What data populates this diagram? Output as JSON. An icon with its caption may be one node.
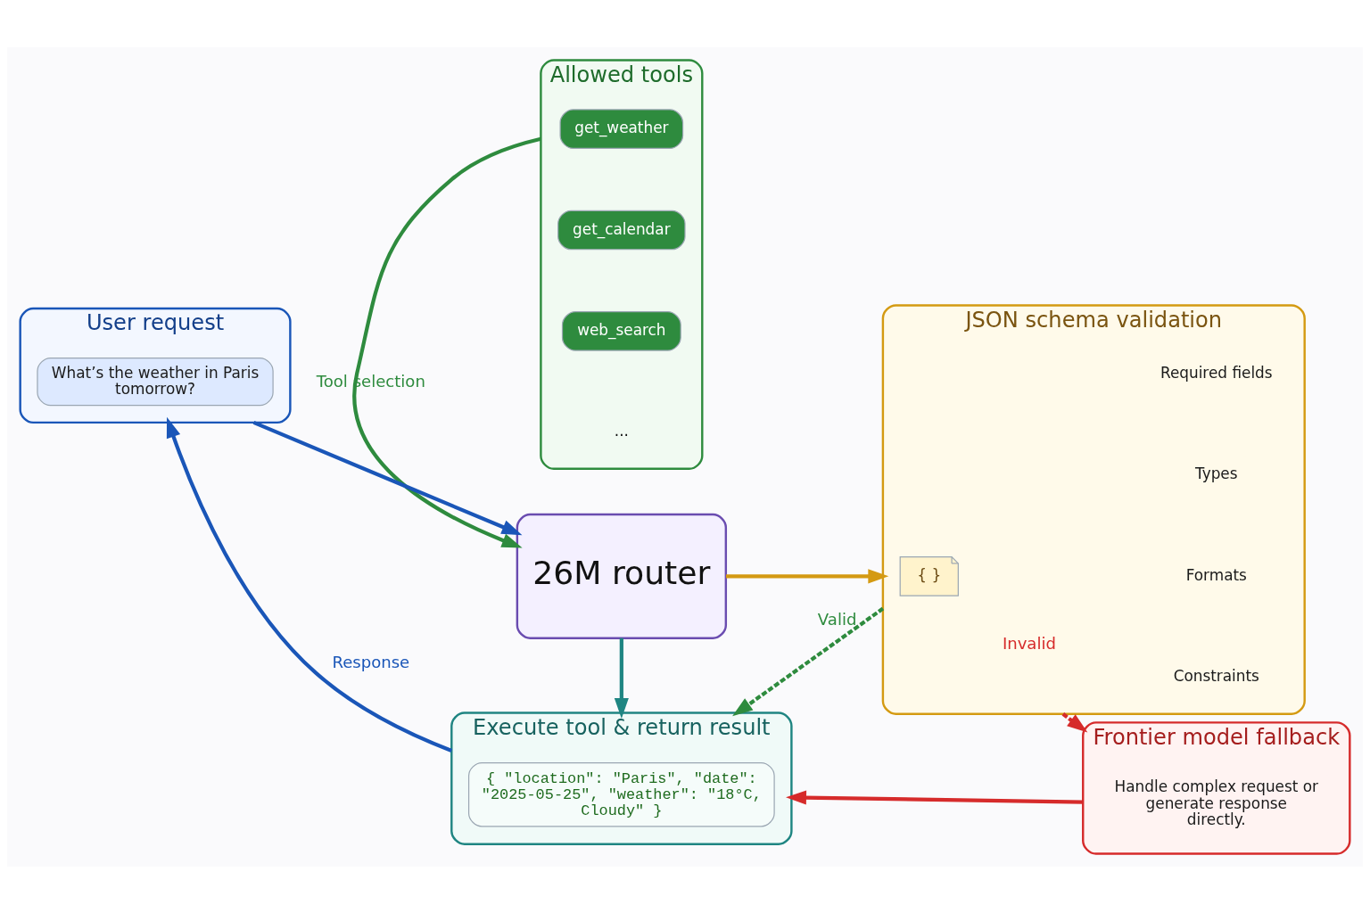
{
  "diagram": {
    "nodes": [
      {
        "text": [
          "Allowed tools"
        ]
      },
      {
        "text": [
          "get_weather"
        ],
        "in": 0
      },
      {
        "text": [
          "get_calendar"
        ],
        "in": 0
      },
      {
        "text": [
          "web_search"
        ],
        "in": 0
      },
      {
        "text": [
          "..."
        ],
        "in": 0
      },
      {
        "text": [
          "User request"
        ]
      },
      {
        "text": [
          "What’s the weather in Paris tomorrow?"
        ],
        "in": 5
      },
      {
        "text": [
          "26M router"
        ]
      },
      {
        "text": [
          "JSON schema validation"
        ]
      },
      {
        "text": [
          "{ }"
        ],
        "in": 8
      },
      {
        "text": [
          "Required fields"
        ],
        "in": 8
      },
      {
        "text": [
          "Types"
        ],
        "in": 8
      },
      {
        "text": [
          "Formats"
        ],
        "in": 8
      },
      {
        "text": [
          "Constraints"
        ],
        "in": 8
      },
      {
        "text": [
          "Execute tool & return result"
        ]
      },
      {
        "text": [
          "{ \"location\": \"Paris\", \"date\": \"2025-05-25\", \"weather\": \"18°C, Cloudy\" }"
        ],
        "in": 14
      },
      {
        "text": [
          "Frontier model fallback"
        ]
      },
      {
        "text": [
          "Handle complex request or generate response directly."
        ],
        "in": 16
      }
    ],
    "edges": [
      {
        "from": 0,
        "to": 7,
        "arrow": "to",
        "label": "Tool selection",
        "color": "#2e8b3e"
      },
      {
        "from": 5,
        "to": 7,
        "arrow": "to",
        "color": "#1a56b8"
      },
      {
        "from": 7,
        "to": 8,
        "arrow": "to",
        "color": "#d49a12"
      },
      {
        "from": 7,
        "to": 14,
        "arrow": "to",
        "color": "#1f8582"
      },
      {
        "from": 8,
        "to": 14,
        "arrow": "to",
        "label": "Valid",
        "style": "dashed",
        "color": "#2e8b3e"
      },
      {
        "from": 8,
        "to": 16,
        "arrow": "to",
        "label": "Invalid",
        "style": "dashed",
        "color": "#d62b2b"
      },
      {
        "from": 16,
        "to": 14,
        "arrow": "to",
        "color": "#d62b2b"
      },
      {
        "from": 14,
        "to": 5,
        "arrow": "to",
        "label": "Response",
        "color": "#1a56b8"
      }
    ]
  }
}
